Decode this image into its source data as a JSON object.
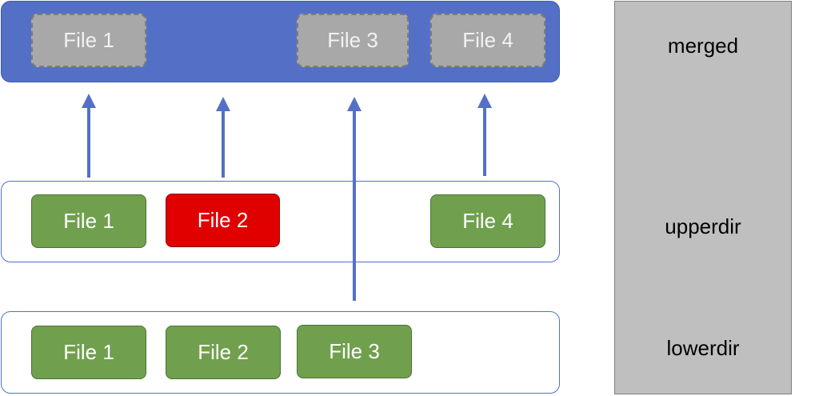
{
  "colors": {
    "merged_layer": "#5470c6",
    "layer_border": "#5470c6",
    "file_green": "#70a04e",
    "file_red": "#e00000",
    "file_ghost": "#a8a8a8",
    "labels_panel": "#bfbfbf",
    "arrow": "#5470c6"
  },
  "layers": {
    "merged": {
      "label": "merged",
      "files": [
        "File 1",
        "File 3",
        "File 4"
      ]
    },
    "upperdir": {
      "label": "upperdir",
      "files": [
        "File 1",
        "File 2",
        "File 4"
      ]
    },
    "lowerdir": {
      "label": "lowerdir",
      "files": [
        "File 1",
        "File 2",
        "File 3"
      ]
    }
  }
}
